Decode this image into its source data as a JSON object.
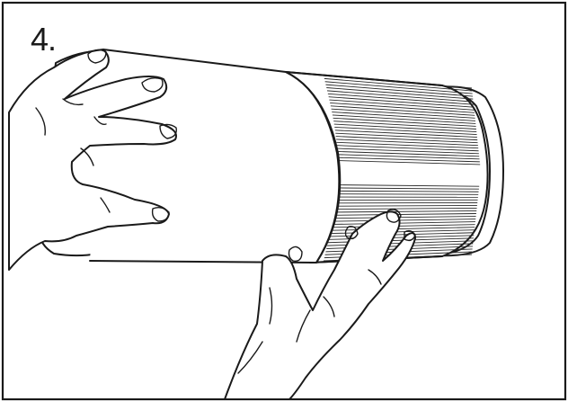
{
  "step": {
    "number": "4."
  },
  "colors": {
    "ink": "#1a1a1a",
    "background": "#ffffff"
  },
  "illustration": {
    "subject": "filter-cylinder-insertion",
    "icons": [
      "cylinder-filter",
      "left-hand",
      "right-hand",
      "pleated-filter-mesh",
      "end-flange-ring"
    ]
  }
}
